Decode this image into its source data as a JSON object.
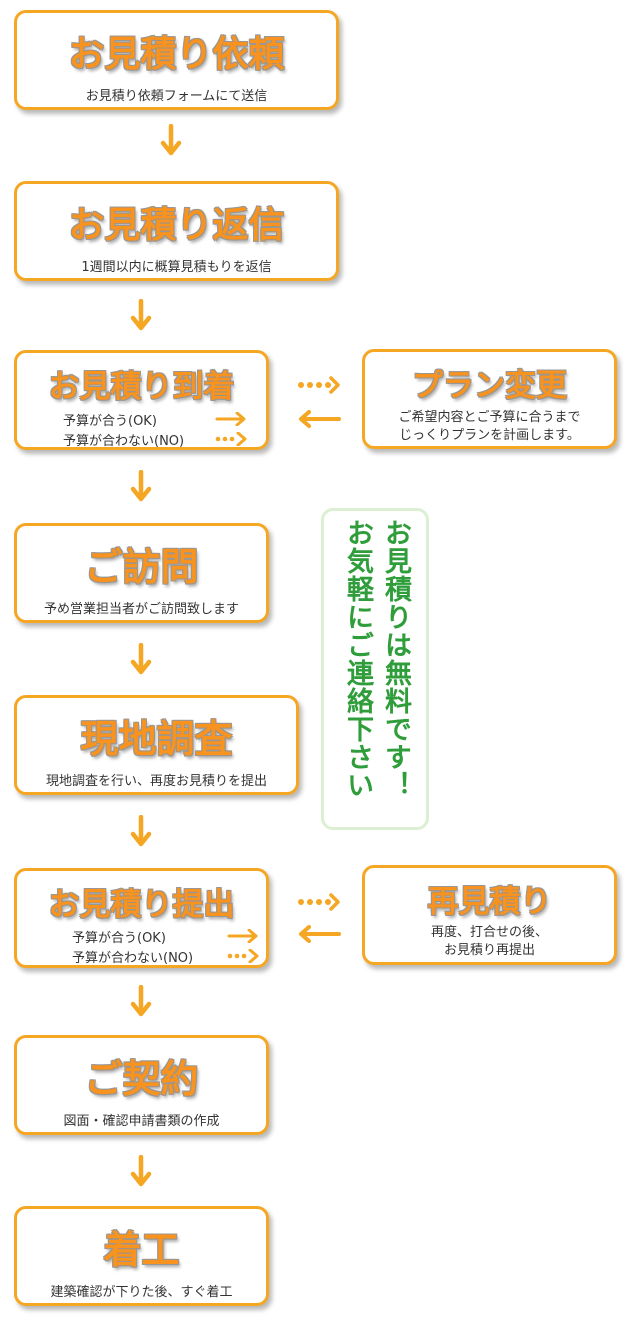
{
  "steps": [
    {
      "title": "お見積り依頼",
      "desc": "お見積り依頼フォームにて送信"
    },
    {
      "title": "お見積り返信",
      "desc": "1週間以内に概算見積もりを返信"
    },
    {
      "title": "お見積り到着",
      "opt_ok": "予算が合う(OK)",
      "opt_ng": "予算が合わない(NO)"
    },
    {
      "title": "ご訪問",
      "desc": "予め営業担当者がご訪問致します"
    },
    {
      "title": "現地調査",
      "desc": "現地調査を行い、再度お見積りを提出"
    },
    {
      "title": "お見積り提出",
      "opt_ok": "予算が合う(OK)",
      "opt_ng": "予算が合わない(NO)"
    },
    {
      "title": "ご契約",
      "desc": "図面・確認申請書類の作成"
    },
    {
      "title": "着工",
      "desc": "建築確認が下りた後、すぐ着工"
    }
  ],
  "side_boxes": {
    "plan_change": {
      "title": "プラン変更",
      "line1": "ご希望内容とご予算に合うまで",
      "line2": "じっくりプランを計画します。"
    },
    "re_estimate": {
      "title": "再見積り",
      "line1": "再度、打合せの後、",
      "line2": "お見積り再提出"
    }
  },
  "notice": {
    "line1": "お見積りは無料です！",
    "line2": "お気軽にご連絡下さい"
  },
  "colors": {
    "accent": "#f7931e",
    "border": "#f5a623",
    "green": "#2e9d3a",
    "green_border": "#dcefd2"
  }
}
